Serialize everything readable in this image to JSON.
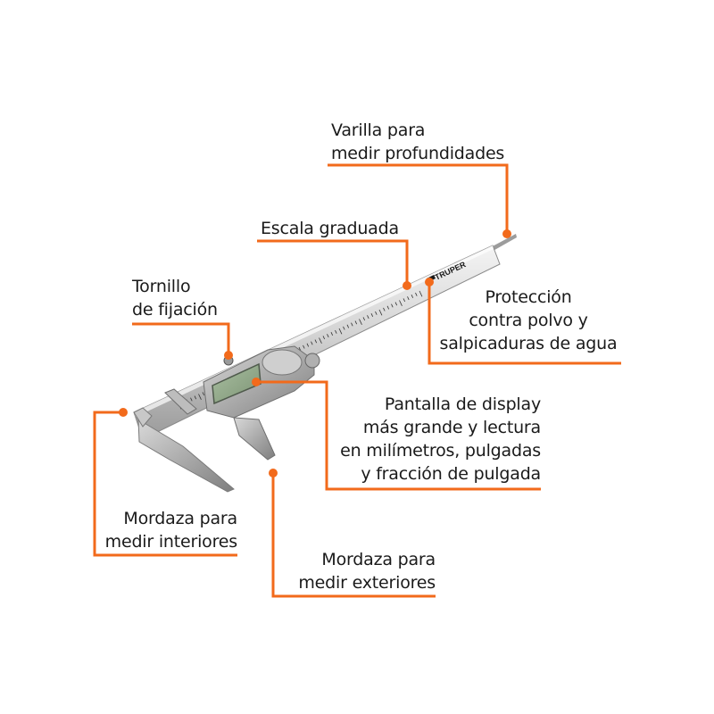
{
  "accent_color": "#f26a1b",
  "brand_text": "TRUPER",
  "callouts": {
    "depth_rod": {
      "line1": "Varilla para",
      "line2": "medir profundidades"
    },
    "scale": {
      "line1": "Escala graduada"
    },
    "locking_screw": {
      "line1": "Tornillo",
      "line2": "de fijación"
    },
    "dust_protection": {
      "line1": "Protección",
      "line2": "contra polvo y",
      "line3": "salpicaduras de agua"
    },
    "display": {
      "line1": "Pantalla de display",
      "line2": "más grande y lectura",
      "line3": "en milímetros, pulgadas",
      "line4": "y fracción de pulgada"
    },
    "inside_jaw": {
      "line1": "Mordaza para",
      "line2": "medir interiores"
    },
    "outside_jaw": {
      "line1": "Mordaza para",
      "line2": "medir exteriores"
    }
  }
}
